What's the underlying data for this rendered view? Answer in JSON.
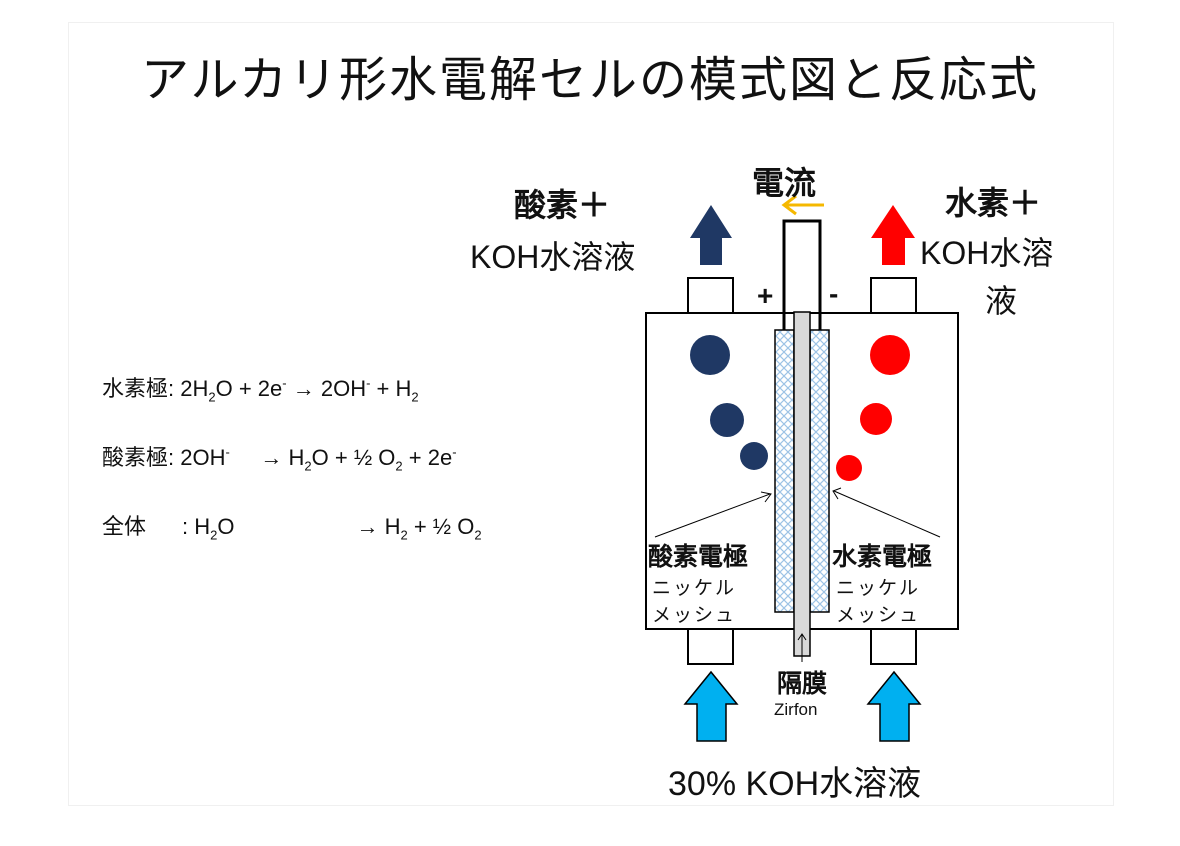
{
  "title": "アルカリ形水電解セルの模式図と反応式",
  "equations": {
    "hydrogen_label": "水素極",
    "hydrogen_lhs": "2H",
    "hydrogen_lhs2": "O + 2e",
    "hydrogen_rhs": "→ 2OH",
    "hydrogen_rhs2": " + H",
    "oxygen_label": "酸素極",
    "oxygen_lhs": "2OH",
    "oxygen_rhs": "→ H",
    "oxygen_rhs2": "O + ½ O",
    "oxygen_rhs3": " + 2e",
    "total_label": "全体",
    "total_lhs": ": H",
    "total_lhs2": "O",
    "total_rhs": "→ H",
    "total_rhs2": " + ½ O"
  },
  "diagram": {
    "current_label": "電流",
    "plus": "+",
    "minus": "-",
    "oxygen_out_line1": "酸素＋",
    "oxygen_out_line2": "KOH水溶液",
    "hydrogen_out_line1": "水素＋",
    "hydrogen_out_line2": "KOH水溶",
    "hydrogen_out_line3": "液",
    "oxygen_electrode": "酸素電極",
    "hydrogen_electrode": "水素電極",
    "nickel_line1": "ニッケル",
    "nickel_line2": "メッシュ",
    "diaphragm": "隔膜",
    "diaphragm_material": "Zirfon",
    "inlet_label": "30% KOH水溶液"
  },
  "colors": {
    "oxygen": "#1f3864",
    "hydrogen": "#ff0000",
    "inlet": "#00b0f0",
    "current_arrow": "#f5b800",
    "mesh": "#9dc3e6",
    "diaphragm": "#d9d9d9"
  }
}
